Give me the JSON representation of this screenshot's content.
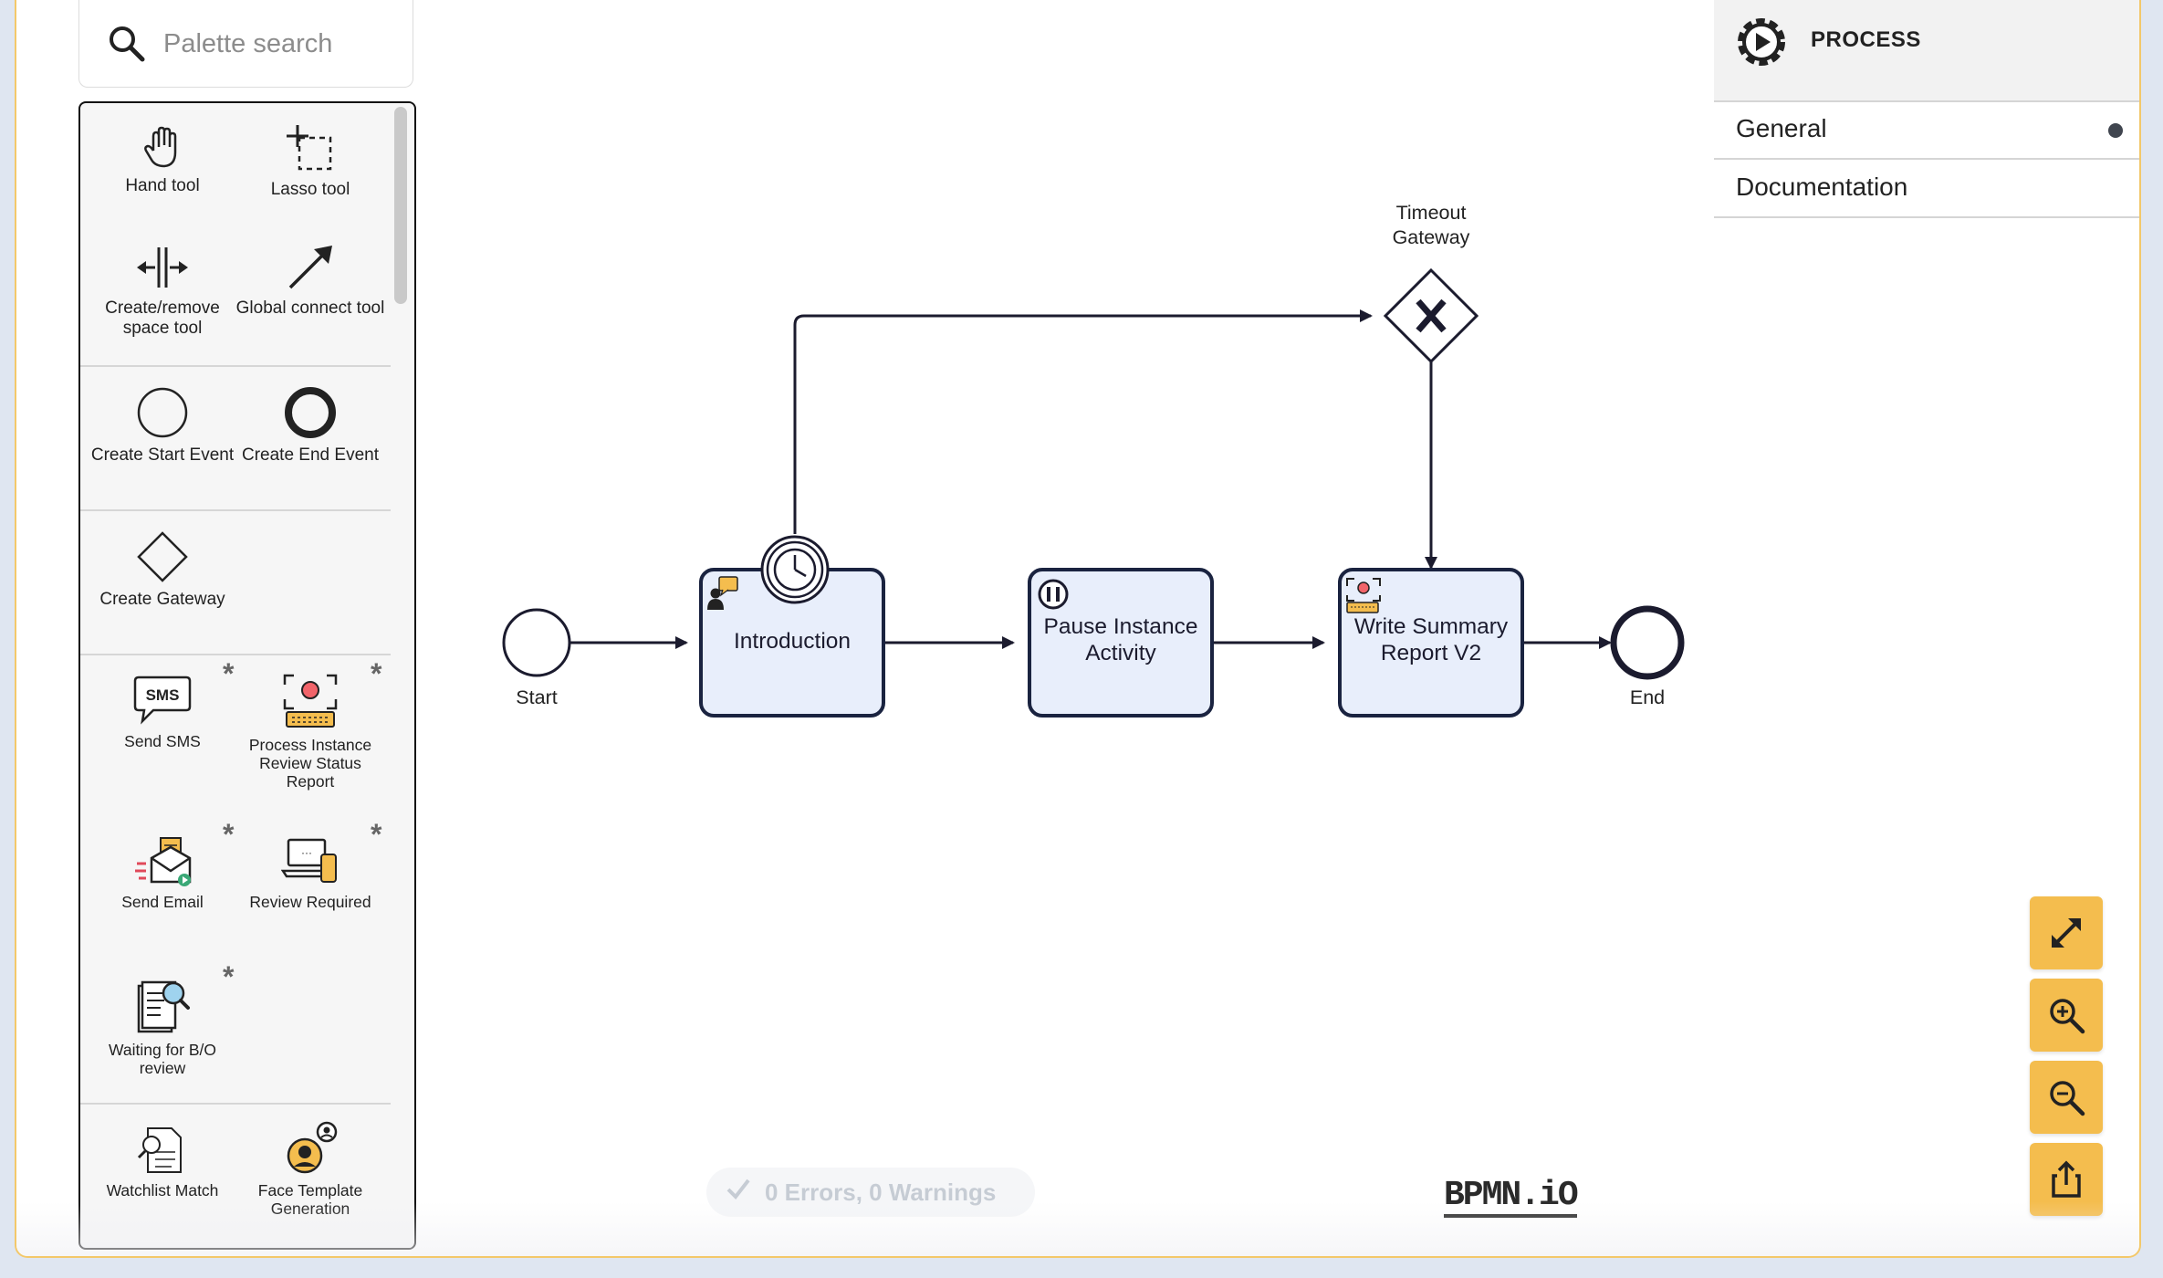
{
  "search": {
    "placeholder": "Palette search"
  },
  "palette": {
    "tools": [
      {
        "label": "Hand tool",
        "icon": "hand-icon"
      },
      {
        "label": "Lasso tool",
        "icon": "lasso-icon"
      },
      {
        "label": "Create/remove space tool",
        "icon": "space-tool-icon"
      },
      {
        "label": "Global connect tool",
        "icon": "connect-arrow-icon"
      }
    ],
    "events": [
      {
        "label": "Create Start Event",
        "icon": "start-event-icon"
      },
      {
        "label": "Create End Event",
        "icon": "end-event-icon"
      }
    ],
    "gateways": [
      {
        "label": "Create Gateway",
        "icon": "gateway-icon"
      }
    ],
    "templates": [
      {
        "label": "Send SMS",
        "icon": "sms-icon",
        "marker": "*"
      },
      {
        "label": "Process Instance Review Status Report",
        "icon": "camera-keyboard-icon",
        "marker": "*"
      },
      {
        "label": "Send Email",
        "icon": "email-icon",
        "marker": "*"
      },
      {
        "label": "Review Required",
        "icon": "laptop-review-icon",
        "marker": "*"
      },
      {
        "label": "Waiting for B/O review",
        "icon": "document-search-icon",
        "marker": "*"
      }
    ],
    "extras": [
      {
        "label": "Watchlist Match",
        "icon": "watchlist-icon"
      },
      {
        "label": "Face Template Generation",
        "icon": "face-template-icon"
      }
    ]
  },
  "diagram": {
    "start_label": "Start",
    "end_label": "End",
    "gateway_label_line1": "Timeout",
    "gateway_label_line2": "Gateway",
    "tasks": [
      {
        "name": "Introduction",
        "marker": "user-message-icon",
        "boundary": "timer-icon"
      },
      {
        "name_line1": "Pause Instance",
        "name_line2": "Activity",
        "marker": "pause-icon"
      },
      {
        "name_line1": "Write Summary",
        "name_line2": "Report V2",
        "marker": "camera-keyboard-icon"
      }
    ],
    "colors": {
      "task_fill": "#e8eefb",
      "task_stroke": "#1a2340",
      "accent": "#f4bd4e"
    }
  },
  "status": {
    "text": "0 Errors, 0 Warnings"
  },
  "logo": {
    "text": "BPMN.iO"
  },
  "properties": {
    "title": "PROCESS",
    "groups": [
      {
        "label": "General",
        "has_entries": true
      },
      {
        "label": "Documentation",
        "has_entries": false
      }
    ]
  },
  "zoom_controls": [
    "fit-viewport-icon",
    "zoom-in-icon",
    "zoom-out-icon",
    "export-icon"
  ]
}
